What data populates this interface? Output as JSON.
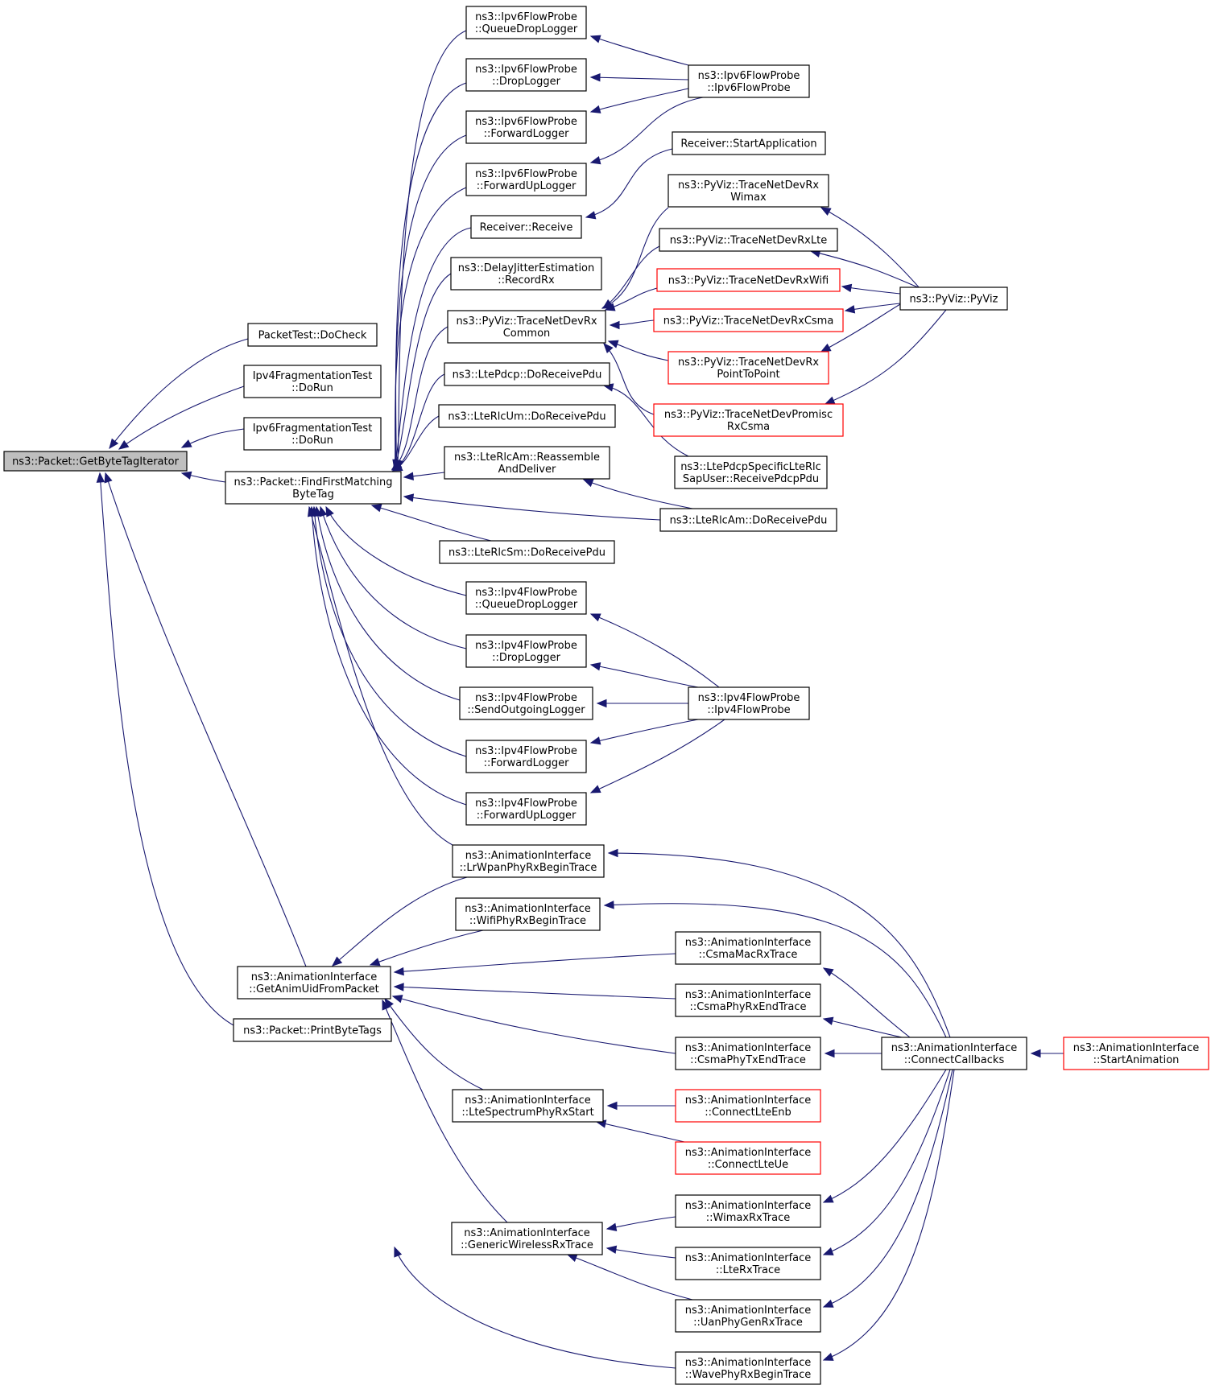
{
  "nodes": {
    "root": {
      "lines": [
        "ns3::Packet::GetByteTagIterator"
      ],
      "color": "gray"
    },
    "pt": {
      "lines": [
        "PacketTest::DoCheck"
      ]
    },
    "ipv4frag": {
      "lines": [
        "Ipv4FragmentationTest",
        "::DoRun"
      ]
    },
    "ipv6frag": {
      "lines": [
        "Ipv6FragmentationTest",
        "::DoRun"
      ]
    },
    "ffm": {
      "lines": [
        "ns3::Packet::FindFirstMatching",
        "ByteTag"
      ]
    },
    "gau": {
      "lines": [
        "ns3::AnimationInterface",
        "::GetAnimUidFromPacket"
      ]
    },
    "pbt": {
      "lines": [
        "ns3::Packet::PrintByteTags"
      ]
    },
    "v6qdl": {
      "lines": [
        "ns3::Ipv6FlowProbe",
        "::QueueDropLogger"
      ]
    },
    "v6dl": {
      "lines": [
        "ns3::Ipv6FlowProbe",
        "::DropLogger"
      ]
    },
    "v6fl": {
      "lines": [
        "ns3::Ipv6FlowProbe",
        "::ForwardLogger"
      ]
    },
    "v6ful": {
      "lines": [
        "ns3::Ipv6FlowProbe",
        "::ForwardUpLogger"
      ]
    },
    "rr": {
      "lines": [
        "Receiver::Receive"
      ]
    },
    "dje": {
      "lines": [
        "ns3::DelayJitterEstimation",
        "::RecordRx"
      ]
    },
    "tndrc": {
      "lines": [
        "ns3::PyViz::TraceNetDevRx",
        "Common"
      ]
    },
    "ltepdcp": {
      "lines": [
        "ns3::LtePdcp::DoReceivePdu"
      ]
    },
    "ltermum": {
      "lines": [
        "ns3::LteRlcUm::DoReceivePdu"
      ]
    },
    "lteamra": {
      "lines": [
        "ns3::LteRlcAm::Reassemble",
        "AndDeliver"
      ]
    },
    "ltesm": {
      "lines": [
        "ns3::LteRlcSm::DoReceivePdu"
      ]
    },
    "v4qdl": {
      "lines": [
        "ns3::Ipv4FlowProbe",
        "::QueueDropLogger"
      ]
    },
    "v4dl": {
      "lines": [
        "ns3::Ipv4FlowProbe",
        "::DropLogger"
      ]
    },
    "v4sol": {
      "lines": [
        "ns3::Ipv4FlowProbe",
        "::SendOutgoingLogger"
      ]
    },
    "v4fl": {
      "lines": [
        "ns3::Ipv4FlowProbe",
        "::ForwardLogger"
      ]
    },
    "v4ful": {
      "lines": [
        "ns3::Ipv4FlowProbe",
        "::ForwardUpLogger"
      ]
    },
    "lrw": {
      "lines": [
        "ns3::AnimationInterface",
        "::LrWpanPhyRxBeginTrace"
      ]
    },
    "wifirx": {
      "lines": [
        "ns3::AnimationInterface",
        "::WifiPhyRxBeginTrace"
      ]
    },
    "ltesprx": {
      "lines": [
        "ns3::AnimationInterface",
        "::LteSpectrumPhyRxStart"
      ]
    },
    "gwrx": {
      "lines": [
        "ns3::AnimationInterface",
        "::GenericWirelessRxTrace"
      ]
    },
    "v6fp": {
      "lines": [
        "ns3::Ipv6FlowProbe",
        "::Ipv6FlowProbe"
      ]
    },
    "rsa": {
      "lines": [
        "Receiver::StartApplication"
      ]
    },
    "tndwimax": {
      "lines": [
        "ns3::PyViz::TraceNetDevRx",
        "Wimax"
      ]
    },
    "tndlte": {
      "lines": [
        "ns3::PyViz::TraceNetDevRxLte"
      ]
    },
    "tndwifi": {
      "lines": [
        "ns3::PyViz::TraceNetDevRxWifi"
      ],
      "color": "red"
    },
    "tndcsma": {
      "lines": [
        "ns3::PyViz::TraceNetDevRxCsma"
      ],
      "color": "red"
    },
    "tndp2p": {
      "lines": [
        "ns3::PyViz::TraceNetDevRx",
        "PointToPoint"
      ],
      "color": "red"
    },
    "tndpromisc": {
      "lines": [
        "ns3::PyViz::TraceNetDevPromisc",
        "RxCsma"
      ],
      "color": "red"
    },
    "ltepdcpsap": {
      "lines": [
        "ns3::LtePdcpSpecificLteRlc",
        "SapUser::ReceivePdcpPdu"
      ]
    },
    "lteamrx": {
      "lines": [
        "ns3::LteRlcAm::DoReceivePdu"
      ]
    },
    "v4fp": {
      "lines": [
        "ns3::Ipv4FlowProbe",
        "::Ipv4FlowProbe"
      ]
    },
    "csmamac": {
      "lines": [
        "ns3::AnimationInterface",
        "::CsmaMacRxTrace"
      ]
    },
    "csmarxend": {
      "lines": [
        "ns3::AnimationInterface",
        "::CsmaPhyRxEndTrace"
      ]
    },
    "csmatxend": {
      "lines": [
        "ns3::AnimationInterface",
        "::CsmaPhyTxEndTrace"
      ]
    },
    "cltenb": {
      "lines": [
        "ns3::AnimationInterface",
        "::ConnectLteEnb"
      ],
      "color": "red"
    },
    "clteue": {
      "lines": [
        "ns3::AnimationInterface",
        "::ConnectLteUe"
      ],
      "color": "red"
    },
    "wimaxrx": {
      "lines": [
        "ns3::AnimationInterface",
        "::WimaxRxTrace"
      ]
    },
    "lterx": {
      "lines": [
        "ns3::AnimationInterface",
        "::LteRxTrace"
      ]
    },
    "uanrx": {
      "lines": [
        "ns3::AnimationInterface",
        "::UanPhyGenRxTrace"
      ]
    },
    "waverx": {
      "lines": [
        "ns3::AnimationInterface",
        "::WavePhyRxBeginTrace"
      ]
    },
    "pyviz": {
      "lines": [
        "ns3::PyViz::PyViz"
      ]
    },
    "cc": {
      "lines": [
        "ns3::AnimationInterface",
        "::ConnectCallbacks"
      ]
    },
    "sa": {
      "lines": [
        "ns3::AnimationInterface",
        "::StartAnimation"
      ],
      "color": "red"
    }
  },
  "edges": [
    [
      "pt",
      "root"
    ],
    [
      "ipv4frag",
      "root"
    ],
    [
      "ipv6frag",
      "root"
    ],
    [
      "ffm",
      "root"
    ],
    [
      "gau",
      "root"
    ],
    [
      "pbt",
      "root"
    ],
    [
      "v6qdl",
      "ffm"
    ],
    [
      "v6dl",
      "ffm"
    ],
    [
      "v6fl",
      "ffm"
    ],
    [
      "v6ful",
      "ffm"
    ],
    [
      "rr",
      "ffm"
    ],
    [
      "dje",
      "ffm"
    ],
    [
      "tndrc",
      "ffm"
    ],
    [
      "ltepdcp",
      "ffm"
    ],
    [
      "ltermum",
      "ffm"
    ],
    [
      "lteamra",
      "ffm"
    ],
    [
      "lteamrx",
      "ffm"
    ],
    [
      "ltesm",
      "ffm"
    ],
    [
      "v4qdl",
      "ffm"
    ],
    [
      "v4dl",
      "ffm"
    ],
    [
      "v4sol",
      "ffm"
    ],
    [
      "v4fl",
      "ffm"
    ],
    [
      "v4ful",
      "ffm"
    ],
    [
      "lrw",
      "ffm"
    ],
    [
      "v6fp",
      "v6qdl"
    ],
    [
      "v6fp",
      "v6dl"
    ],
    [
      "v6fp",
      "v6fl"
    ],
    [
      "v6fp",
      "v6ful"
    ],
    [
      "rsa",
      "rr"
    ],
    [
      "tndwimax",
      "tndrc"
    ],
    [
      "tndlte",
      "tndrc"
    ],
    [
      "tndwifi",
      "tndrc"
    ],
    [
      "tndcsma",
      "tndrc"
    ],
    [
      "tndp2p",
      "tndrc"
    ],
    [
      "tndpromisc",
      "tndrc"
    ],
    [
      "pyviz",
      "tndwimax"
    ],
    [
      "pyviz",
      "tndlte"
    ],
    [
      "pyviz",
      "tndwifi"
    ],
    [
      "pyviz",
      "tndcsma"
    ],
    [
      "pyviz",
      "tndp2p"
    ],
    [
      "pyviz",
      "tndpromisc"
    ],
    [
      "ltepdcpsap",
      "ltepdcp"
    ],
    [
      "lteamrx",
      "lteamra"
    ],
    [
      "v4fp",
      "v4qdl"
    ],
    [
      "v4fp",
      "v4dl"
    ],
    [
      "v4fp",
      "v4sol"
    ],
    [
      "v4fp",
      "v4fl"
    ],
    [
      "v4fp",
      "v4ful"
    ],
    [
      "lrw",
      "gau"
    ],
    [
      "wifirx",
      "gau"
    ],
    [
      "csmamac",
      "gau"
    ],
    [
      "csmarxend",
      "gau"
    ],
    [
      "csmatxend",
      "gau"
    ],
    [
      "ltesprx",
      "gau"
    ],
    [
      "gwrx",
      "gau"
    ],
    [
      "waverx",
      "gau"
    ],
    [
      "cc",
      "lrw"
    ],
    [
      "cc",
      "wifirx"
    ],
    [
      "cc",
      "csmamac"
    ],
    [
      "cc",
      "csmarxend"
    ],
    [
      "cc",
      "csmatxend"
    ],
    [
      "cltenb",
      "ltesprx"
    ],
    [
      "clteue",
      "ltesprx"
    ],
    [
      "wimaxrx",
      "gwrx"
    ],
    [
      "lterx",
      "gwrx"
    ],
    [
      "uanrx",
      "gwrx"
    ],
    [
      "cc",
      "wimaxrx"
    ],
    [
      "cc",
      "lterx"
    ],
    [
      "cc",
      "uanrx"
    ],
    [
      "cc",
      "waverx"
    ],
    [
      "sa",
      "cc"
    ]
  ]
}
